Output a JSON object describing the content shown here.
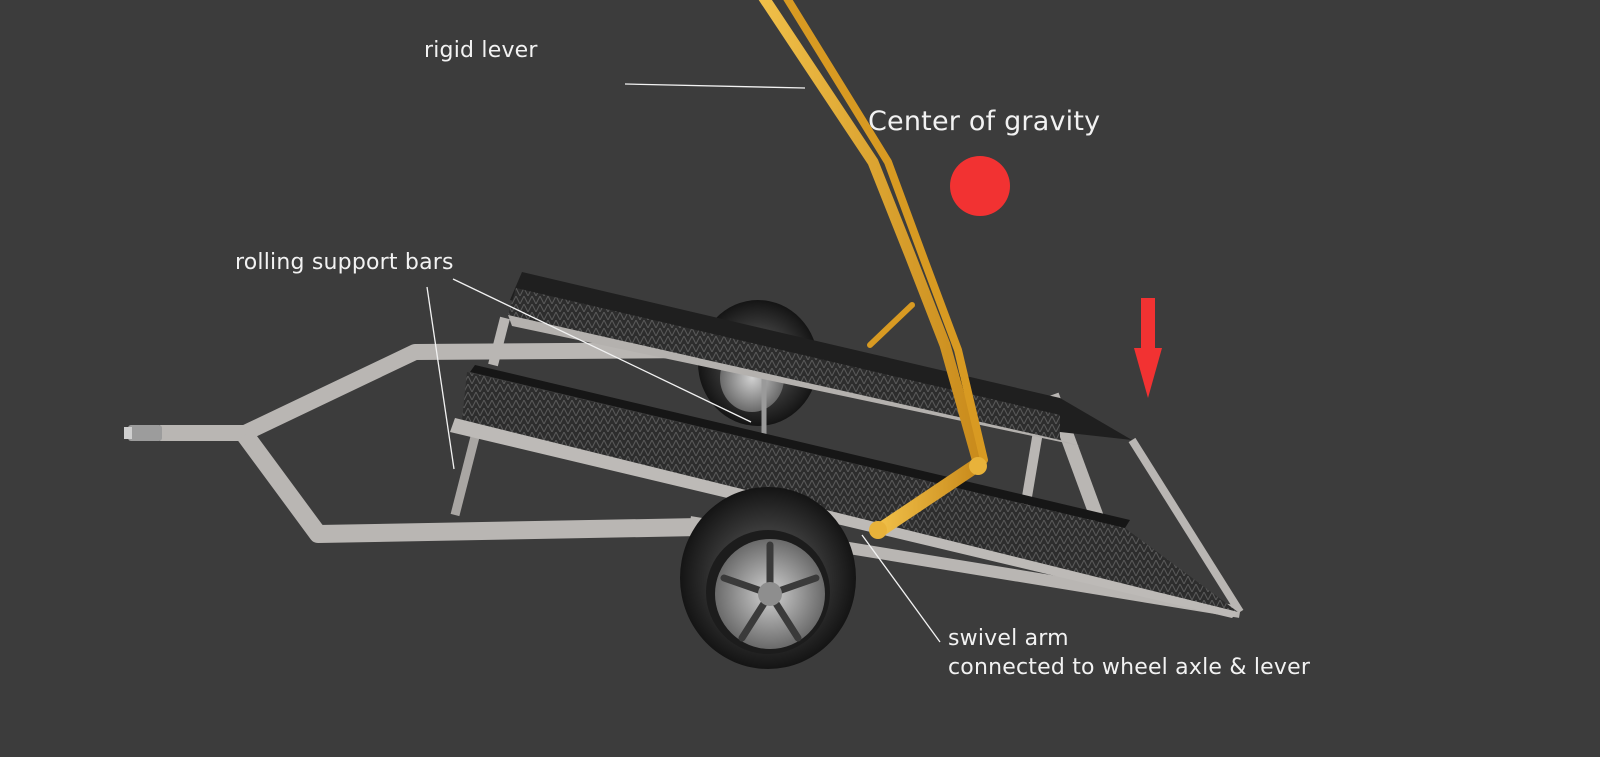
{
  "labels": {
    "rigid_lever": "rigid lever",
    "center_of_gravity": "Center of gravity",
    "rolling_support_bars": "rolling support bars",
    "swivel_arm_line1": "swivel arm",
    "swivel_arm_line2": "connected to wheel axle & lever"
  },
  "colors": {
    "background": "#3c3c3c",
    "frame": "#b9b6b3",
    "lever": "#e0a52c",
    "marker": "#f23232",
    "annotation": "#f2f2f2",
    "tread": "#2a2a2a"
  },
  "icons": {
    "center_of_gravity": "red-dot",
    "load_direction": "down-arrow"
  }
}
